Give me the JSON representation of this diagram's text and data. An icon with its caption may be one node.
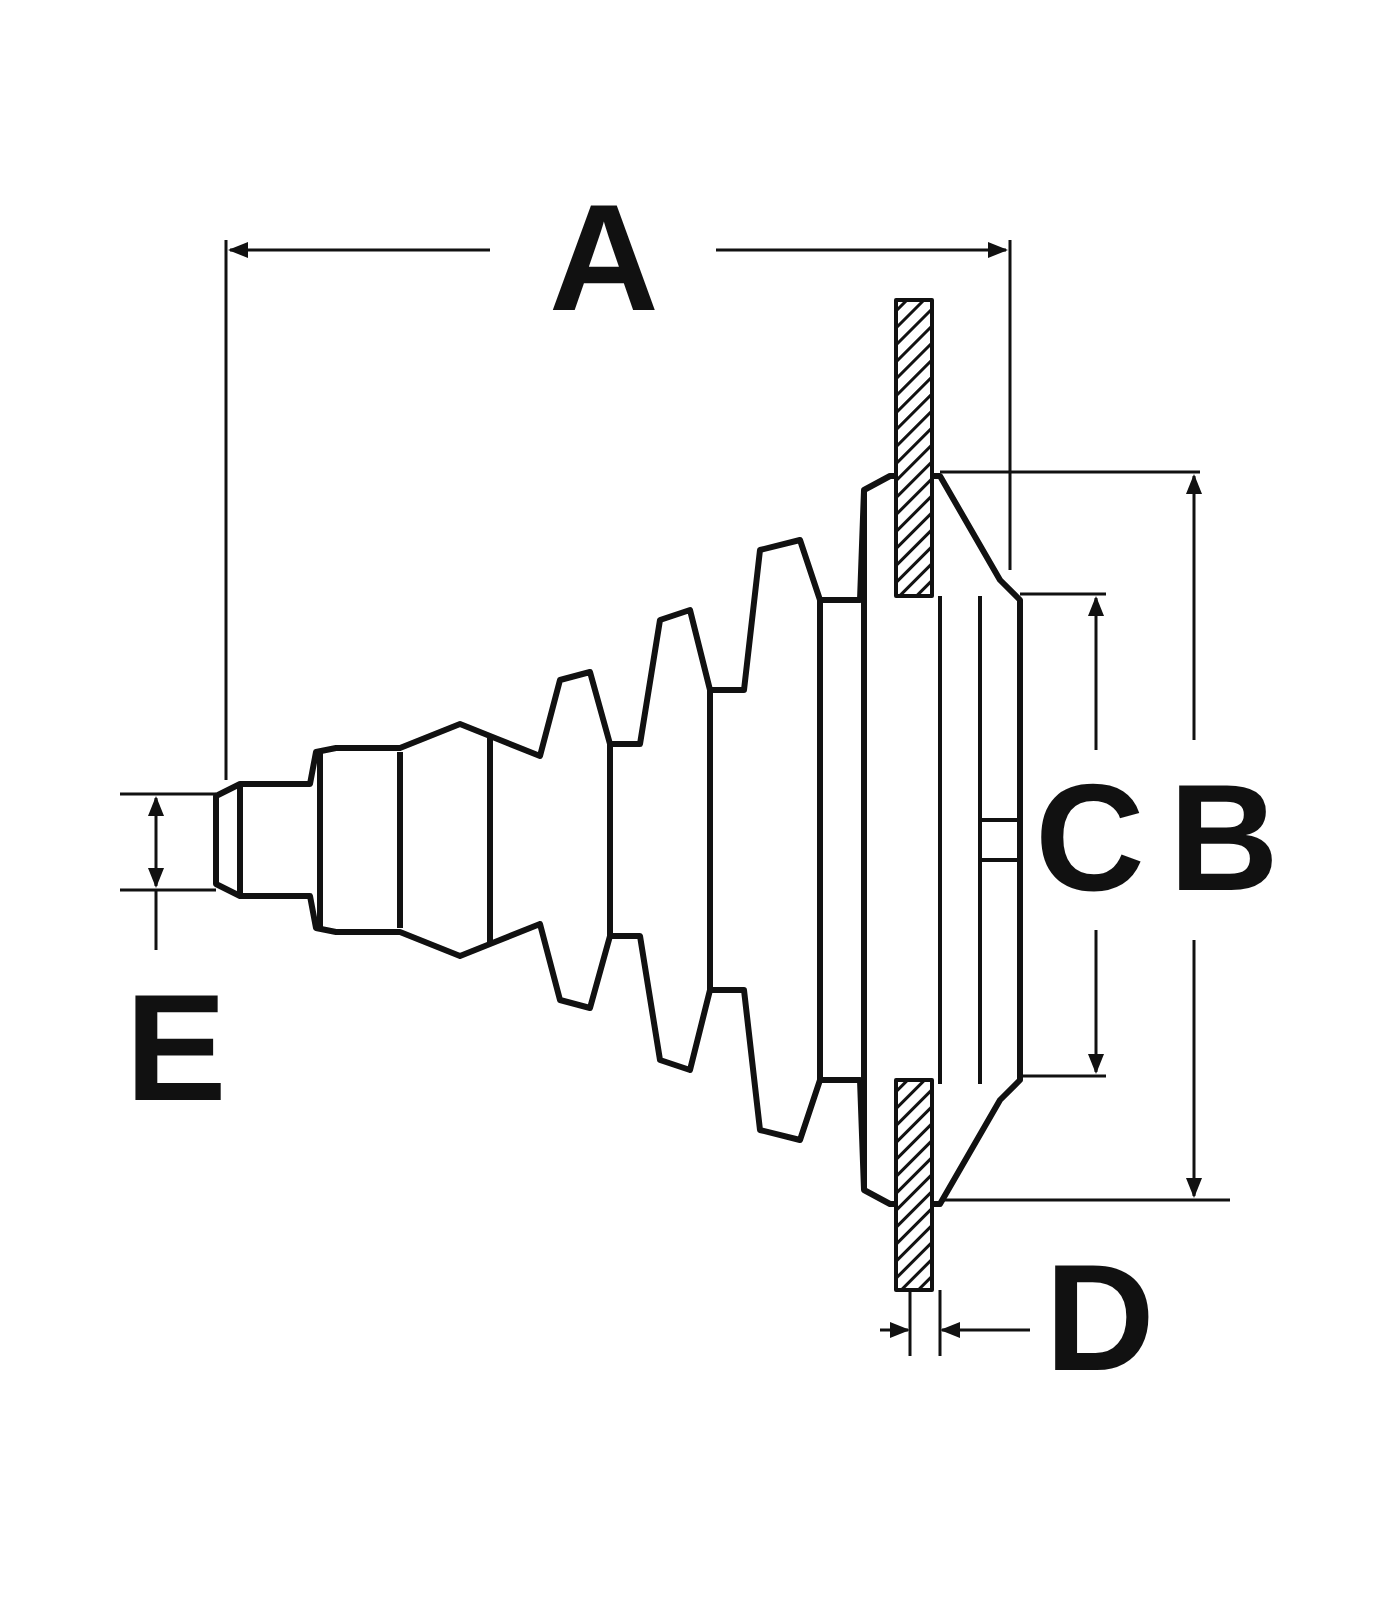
{
  "diagram": {
    "labels": [
      "A",
      "C",
      "B",
      "E",
      "D"
    ]
  }
}
